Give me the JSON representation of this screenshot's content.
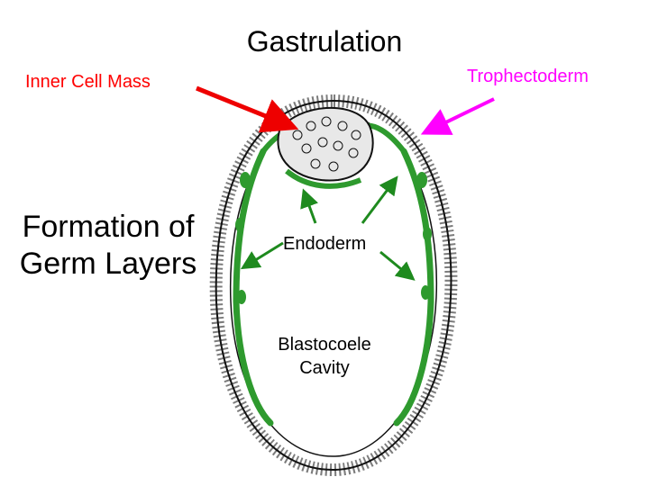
{
  "title": "Gastrulation",
  "labels": {
    "inner_cell_mass": "Inner Cell Mass",
    "trophectoderm": "Trophectoderm",
    "formation": "Formation of Germ Layers",
    "endoderm": "Endoderm",
    "blastocoele": "Blastocoele Cavity"
  },
  "colors": {
    "inner_cell_mass_label": "#ff0000",
    "trophectoderm_label": "#ff00ff",
    "endoderm_tissue": "#2e9a2e",
    "outline": "#111111",
    "arrow_red": "#ee0000",
    "arrow_magenta": "#ff00ff",
    "arrow_green": "#1e8a1e"
  }
}
